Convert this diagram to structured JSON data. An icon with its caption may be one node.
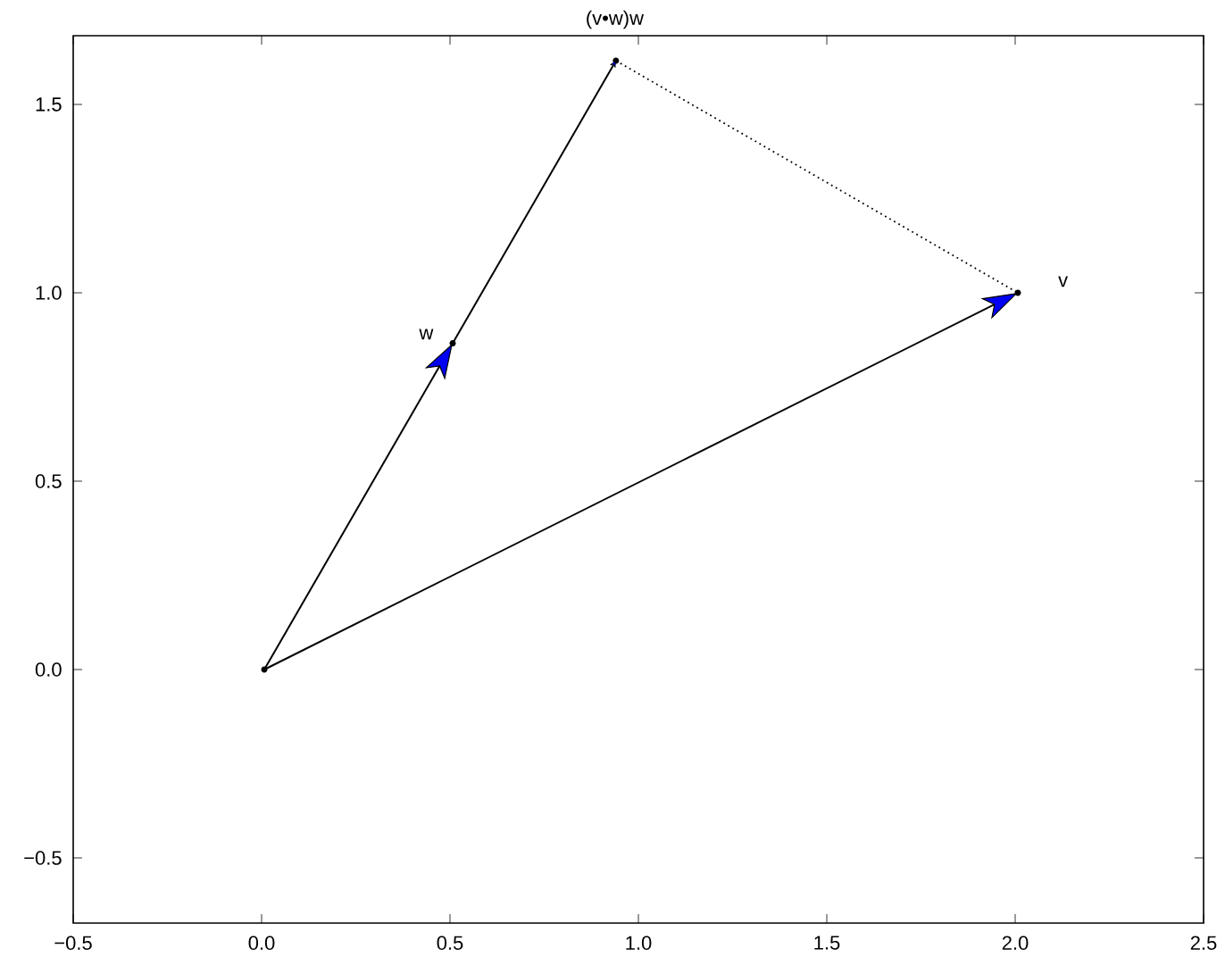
{
  "diagram": {
    "nodes": [
      {
        "text": [],
        "shape": "circle"
      },
      {
        "text": [],
        "shape": "circle",
        "beside": [
          "w"
        ]
      },
      {
        "text": [],
        "shape": "circle",
        "beside": [
          "(v•w)w"
        ]
      },
      {
        "text": [],
        "shape": "circle",
        "beside": [
          "v"
        ]
      }
    ],
    "edges": [
      {
        "from": 0,
        "to": 1,
        "arrow": "to"
      },
      {
        "from": 1,
        "to": 2,
        "arrow": "to"
      },
      {
        "from": 2,
        "to": 3,
        "arrow": "none",
        "style": "dashed"
      },
      {
        "from": 0,
        "to": 3,
        "arrow": "to"
      }
    ],
    "labels": [
      "−0.5",
      "0.0",
      "0.5",
      "1.0",
      "1.5",
      "2.0",
      "2.5",
      "−0.5",
      "0.0",
      "0.5",
      "1.0",
      "1.5"
    ]
  }
}
